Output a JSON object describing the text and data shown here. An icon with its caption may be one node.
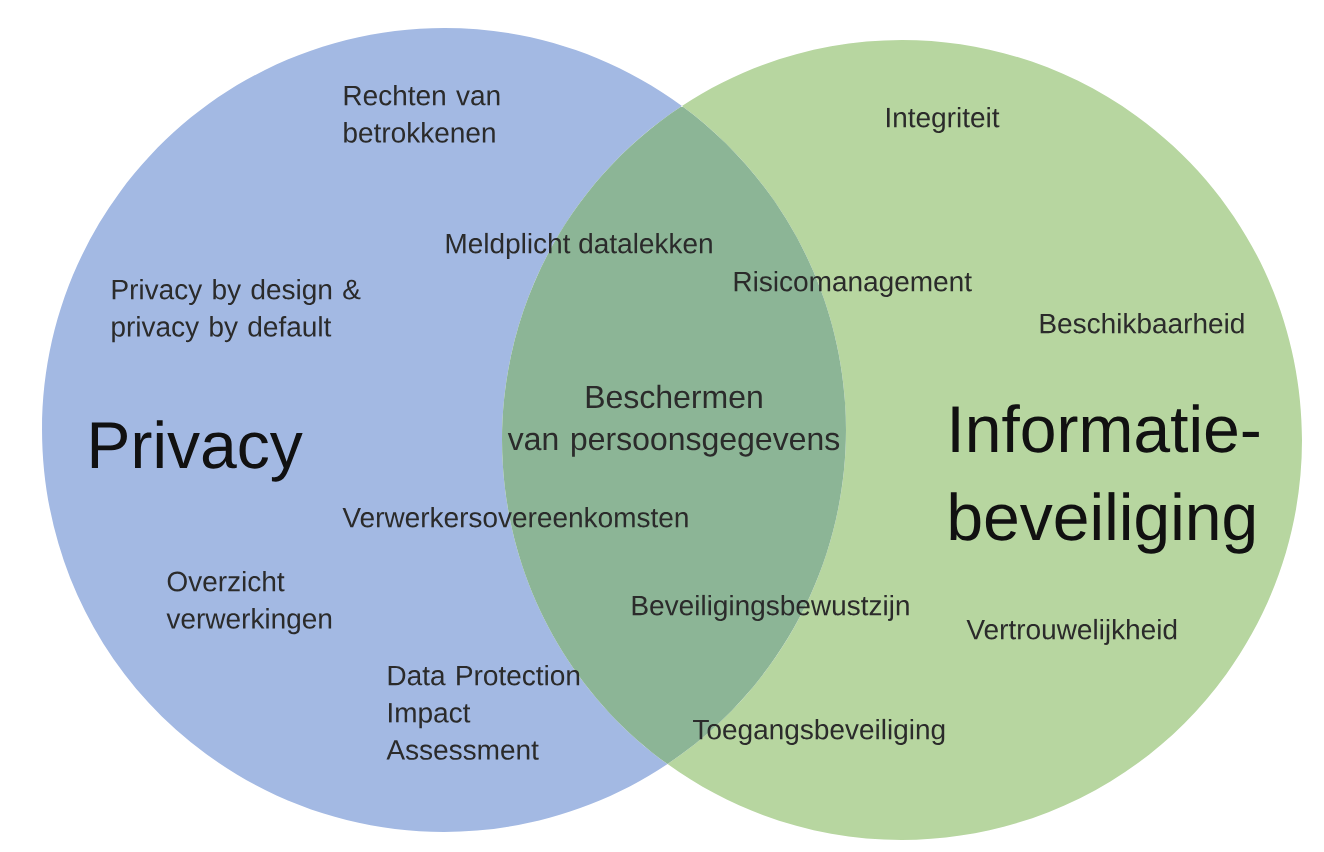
{
  "diagram": {
    "nodes": [
      {
        "text": [
          "Privacy",
          "Rechten van betrokkenen",
          "Privacy by design & privacy by default",
          "Overzicht verwerkingen",
          "Data Protection Impact Assessment"
        ]
      },
      {
        "text": [
          "Informatie- beveiliging",
          "Integriteit",
          "Risicomanagement",
          "Beschikbaarheid",
          "Vertrouwelijkheid",
          "Toegangsbeveiliging"
        ]
      },
      {
        "text": [
          "Meldplicht datalekken",
          "Beschermen van persoonsgegevens",
          "Verwerkersovereenkomsten",
          "Beveiligingsbewustzijn"
        ]
      }
    ]
  }
}
